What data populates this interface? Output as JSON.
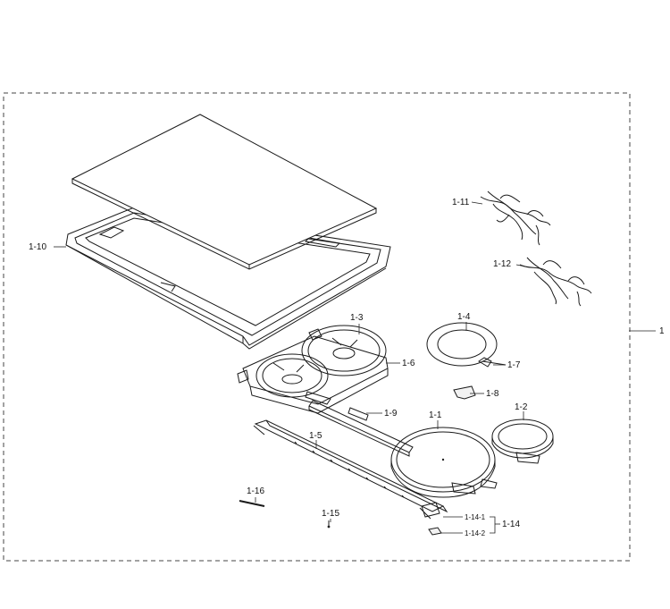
{
  "labels": {
    "p1": "1",
    "p1_1": "1-1",
    "p1_2": "1-2",
    "p1_3": "1-3",
    "p1_4": "1-4",
    "p1_5": "1-5",
    "p1_6": "1-6",
    "p1_7": "1-7",
    "p1_8": "1-8",
    "p1_9": "1-9",
    "p1_10": "1-10",
    "p1_11": "1-11",
    "p1_12": "1-12",
    "p1_14": "1-14",
    "p1_14_1": "1-14-1",
    "p1_14_2": "1-14-2",
    "p1_15": "1-15",
    "p1_16": "1-16"
  }
}
